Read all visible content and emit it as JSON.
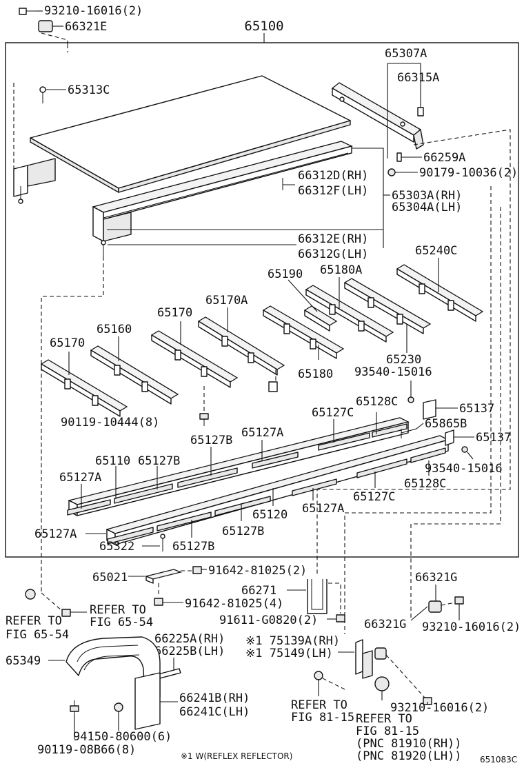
{
  "diagram": {
    "main_assembly": "65100",
    "labels": {
      "l_9321016016_top": "93210-16016(2)",
      "l_66321E": "66321E",
      "l_65313C": "65313C",
      "l_65307A": "65307A",
      "l_66315A": "66315A",
      "l_66259A": "66259A",
      "l_9017910036": "90179-10036(2)",
      "l_66312D": "66312D(RH)",
      "l_66312F": "66312F(LH)",
      "l_65303A": "65303A(RH)",
      "l_65304A": "65304A(LH)",
      "l_66312E": "66312E(RH)",
      "l_66312G": "66312G(LH)",
      "l_65240C": "65240C",
      "l_65190": "65190",
      "l_65180A": "65180A",
      "l_65170A": "65170A",
      "l_65170_mid": "65170",
      "l_65160": "65160",
      "l_65170_left": "65170",
      "l_65230": "65230",
      "l_65180": "65180",
      "l_9354015016_a": "93540-15016",
      "l_65137_a": "65137",
      "l_65128C_top": "65128C",
      "l_65127C_top": "65127C",
      "l_65865B": "65865B",
      "l_65137_b": "65137",
      "l_9011910444": "90119-10444(8)",
      "l_65127A_mid": "65127A",
      "l_65127B_mid": "65127B",
      "l_9354015016_b": "93540-15016",
      "l_65110": "65110",
      "l_65127B_left": "65127B",
      "l_65128C_right": "65128C",
      "l_65127A_left": "65127A",
      "l_65127C_right": "65127C",
      "l_65120": "65120",
      "l_65127A_lowmid": "65127A",
      "l_65127A_bottom": "65127A",
      "l_65127B_bottom1": "65127B",
      "l_65322": "65322",
      "l_65127B_bottom2": "65127B",
      "l_65021": "65021",
      "l_9164281025_2": "91642-81025(2)",
      "l_66271": "66271",
      "l_66321G_top": "66321G",
      "l_9164281025_4": "91642-81025(4)",
      "l_9161108020": "91611-G0820(2)",
      "l_66321G_bottom": "66321G",
      "l_9321016016_right": "93210-16016(2)",
      "l_refer_6554_a1": "REFER TO",
      "l_refer_6554_a2": "FIG 65-54",
      "l_refer_6554_b1": "REFER TO",
      "l_refer_6554_b2": "FIG 65-54",
      "l_66225A": "66225A(RH)",
      "l_66225B": "66225B(LH)",
      "l_75139A": "※1 75139A(RH)",
      "l_75149": "※1 75149(LH)",
      "l_65349": "65349",
      "l_66241B": "66241B(RH)",
      "l_66241C": "66241C(LH)",
      "l_refer_8115_a1": "REFER TO",
      "l_refer_8115_a2": "FIG 81-15",
      "l_9321016016_bottom": "93210-16016(2)",
      "l_refer_8115_b1": "REFER TO",
      "l_refer_8115_b2": "FIG 81-15",
      "l_pnc_81910": "(PNC 81910(RH))",
      "l_pnc_81920": "(PNC 81920(LH))",
      "l_9415080600": "94150-80600(6)",
      "l_90119086B6": "90119-08B66(8)",
      "l_footnote": "※1   W(REFLEX REFLECTOR)",
      "l_figure_code": "651083C"
    }
  }
}
